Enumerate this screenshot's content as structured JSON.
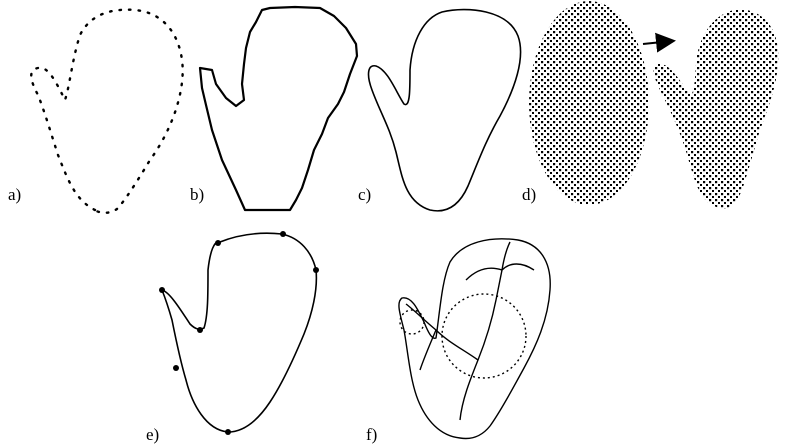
{
  "panels": [
    {
      "id": "a",
      "label": "a)"
    },
    {
      "id": "b",
      "label": "b)"
    },
    {
      "id": "c",
      "label": "c)"
    },
    {
      "id": "d",
      "label": "d)"
    },
    {
      "id": "e",
      "label": "e)"
    },
    {
      "id": "f",
      "label": "f)"
    }
  ],
  "colors": {
    "ink": "#000000",
    "background": "#ffffff"
  },
  "icons": {
    "transform_arrow": "right-arrow-icon"
  }
}
